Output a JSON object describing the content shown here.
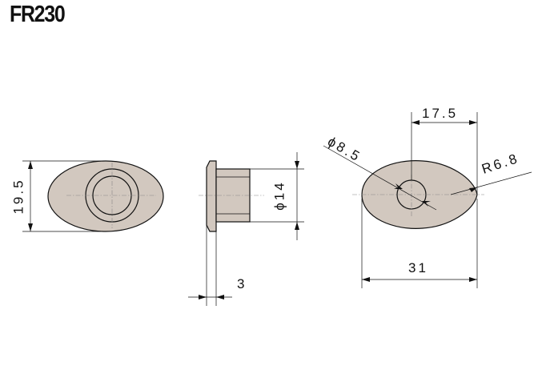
{
  "title": "FR230",
  "dimensions": {
    "height": "19.5",
    "thickness": "3",
    "boss_diameter": "ϕ14",
    "hole_offset": "17.5",
    "hole_diameter": "ϕ8.5",
    "radius": "R6.8",
    "width": "31"
  }
}
